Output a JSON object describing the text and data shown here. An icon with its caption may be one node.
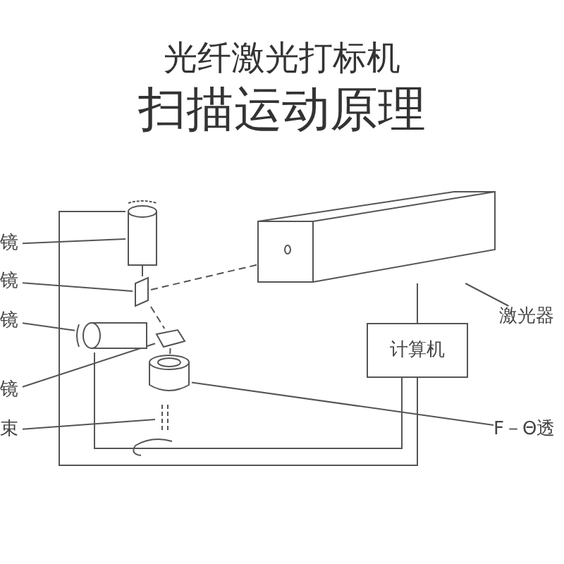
{
  "diagram": {
    "title": "光纤激光打标机",
    "nodes": [
      {
        "text": [
          "镜"
        ]
      },
      {
        "text": [],
        "shape": "cylinder"
      },
      {
        "text": [
          "镜"
        ]
      },
      {
        "text": [],
        "shape": "box"
      },
      {
        "text": [
          "镜"
        ]
      },
      {
        "text": [],
        "shape": "cylinder"
      },
      {
        "text": [
          "镜"
        ]
      },
      {
        "text": [],
        "shape": "box"
      },
      {
        "text": [
          "束"
        ]
      },
      {
        "text": [],
        "shape": "cone"
      },
      {
        "text": [
          "激光器"
        ]
      },
      {
        "text": [],
        "shape": "box"
      },
      {
        "text": [
          "计算机"
        ]
      },
      {
        "text": [
          "F－Θ透"
        ]
      },
      {
        "text": [],
        "shape": "cylinder"
      }
    ],
    "edges": [
      {
        "from": 0,
        "to": 1,
        "arrow": "none"
      },
      {
        "from": 2,
        "to": 3,
        "arrow": "none"
      },
      {
        "from": 4,
        "to": 5,
        "arrow": "none"
      },
      {
        "from": 6,
        "to": 7,
        "arrow": "none"
      },
      {
        "from": 8,
        "to": 9,
        "arrow": "none"
      },
      {
        "from": 10,
        "to": 11,
        "arrow": "none"
      },
      {
        "from": 13,
        "to": 14,
        "arrow": "none"
      },
      {
        "from": 12,
        "to": 11,
        "arrow": "none"
      },
      {
        "from": 12,
        "to": 1,
        "arrow": "none"
      },
      {
        "from": 12,
        "to": 5,
        "arrow": "none"
      },
      {
        "from": 11,
        "to": 3,
        "arrow": "none",
        "style": "dashed"
      },
      {
        "from": 3,
        "to": 7,
        "arrow": "none",
        "style": "dashed"
      },
      {
        "from": 7,
        "to": 14,
        "arrow": "none",
        "style": "dashed"
      }
    ],
    "labels": [
      "扫描运动原理"
    ]
  }
}
